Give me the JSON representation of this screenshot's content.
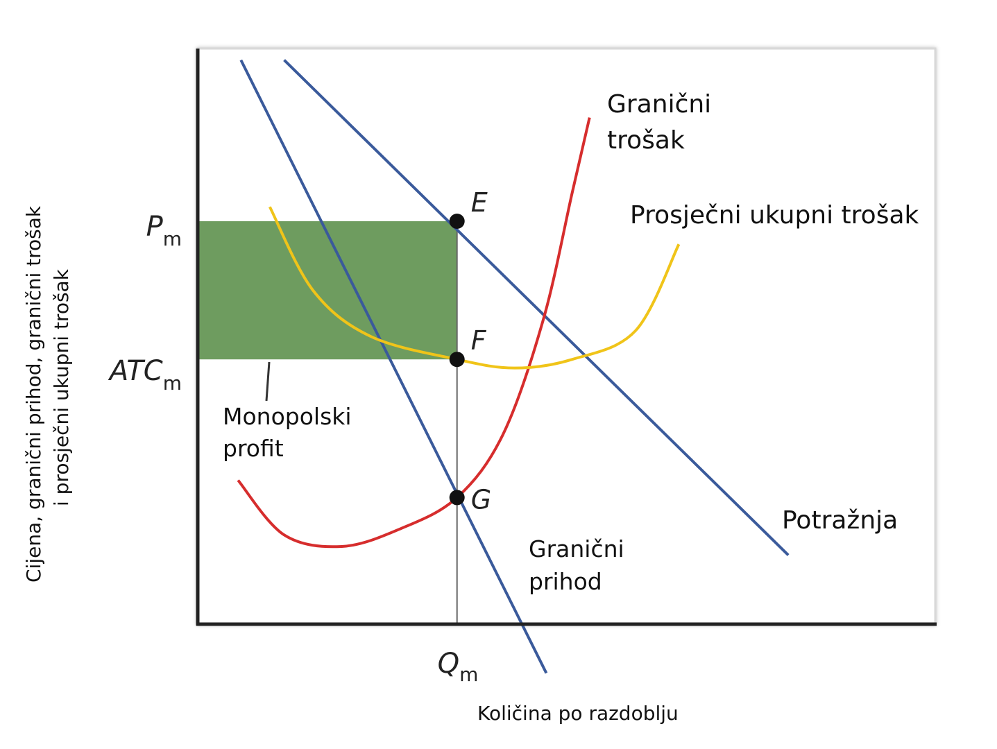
{
  "chart_data": {
    "type": "line",
    "xlabel": "Količina po razdoblju",
    "ylabel_lines": [
      "Cijena, granični prihod, granični trošak",
      "i prosječni ukupni trošak"
    ],
    "y_ticks": [
      {
        "main": "P",
        "sub": "m",
        "value": 7.0
      },
      {
        "main": "ATC",
        "sub": "m",
        "value": 4.6
      }
    ],
    "x_ticks": [
      {
        "main": "Q",
        "sub": "m",
        "value": 4.5
      }
    ],
    "xlim": [
      0,
      12.8
    ],
    "ylim": [
      0,
      10
    ],
    "series": [
      {
        "name": "Potražnja",
        "color": "#3a5a9b",
        "x": [
          1.5,
          10.25
        ],
        "y": [
          9.8,
          1.2
        ]
      },
      {
        "name": "Granični prihod",
        "color": "#3a5a9b",
        "x": [
          0.75,
          6.05
        ],
        "y": [
          9.8,
          -0.85
        ]
      },
      {
        "name": "Granični trošak",
        "color": "#d62d2d",
        "x": [
          0.7,
          1.5,
          2.5,
          3.5,
          4.5,
          5.3,
          6.0,
          6.5,
          6.8
        ],
        "y": [
          2.5,
          1.55,
          1.35,
          1.65,
          2.2,
          3.3,
          5.3,
          7.5,
          8.8
        ]
      },
      {
        "name": "Prosječni ukupni trošak",
        "color": "#f0c419",
        "x": [
          1.25,
          2.0,
          3.0,
          4.5,
          5.5,
          6.5,
          7.5,
          8.5,
          8.25
        ],
        "y": [
          7.25,
          5.8,
          5.0,
          4.6,
          4.45,
          4.6,
          5.0,
          5.8,
          6.6
        ]
      }
    ],
    "points": [
      {
        "label": "E",
        "x": 4.5,
        "y": 7.0
      },
      {
        "label": "F",
        "x": 4.5,
        "y": 4.6
      },
      {
        "label": "G",
        "x": 4.5,
        "y": 2.2
      }
    ],
    "profit_area": {
      "x0": 0,
      "x1": 4.5,
      "y0": 4.6,
      "y1": 7.0,
      "color": "#6e9c5f"
    },
    "annotations": {
      "marginal_cost": [
        "Granični",
        "trošak"
      ],
      "atc": "Prosječni ukupni trošak",
      "demand": "Potražnja",
      "marginal_revenue": [
        "Granični",
        "prihod"
      ],
      "profit": [
        "Monopolski",
        "profit"
      ]
    },
    "axis_color": "#222222",
    "grid": false
  }
}
